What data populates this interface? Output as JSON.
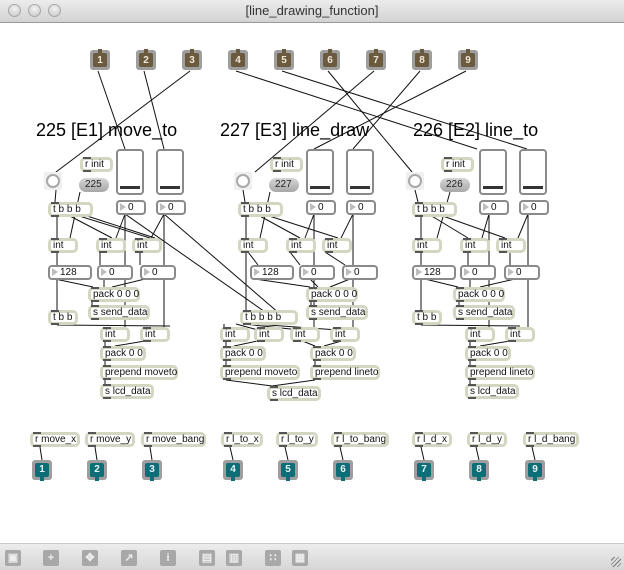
{
  "window": {
    "title": "[line_drawing_function]"
  },
  "inlets": [
    "1",
    "2",
    "3",
    "4",
    "5",
    "6",
    "7",
    "8",
    "9"
  ],
  "outlets": [
    "1",
    "2",
    "3",
    "4",
    "5",
    "6",
    "7",
    "8",
    "9"
  ],
  "sections": [
    {
      "comment": "225 [E1] move_to",
      "r_init": "r init",
      "init_value": "225",
      "trigger": "t b b b",
      "slider_values": [
        "0",
        "0"
      ],
      "int_labels": [
        "int",
        "int",
        "int"
      ],
      "num_boxes": [
        "128",
        "0",
        "0"
      ],
      "pack3": "pack 0 0 0",
      "send_data": "s send_data",
      "trigger2": "t b b",
      "int2_labels": [
        "int",
        "int"
      ],
      "pack2": "pack 0 0",
      "prepend": "prepend moveto",
      "send_lcd": "s lcd_data"
    },
    {
      "comment": "227 [E3] line_draw",
      "r_init": "r init",
      "init_value": "227",
      "trigger": "t b b b",
      "slider_values": [
        "0",
        "0"
      ],
      "int_labels": [
        "int",
        "int",
        "int"
      ],
      "num_boxes": [
        "128",
        "0",
        "0"
      ],
      "pack3": "pack 0 0 0",
      "send_data": "s send_data",
      "trigger2": "t b b b b",
      "int2_labels": [
        "int",
        "int",
        "int",
        "int"
      ],
      "pack2a": "pack 0 0",
      "pack2b": "pack 0 0",
      "prepend_a": "prepend moveto",
      "prepend_b": "prepend lineto",
      "send_lcd": "s lcd_data"
    },
    {
      "comment": "226 [E2] line_to",
      "r_init": "r init",
      "init_value": "226",
      "trigger": "t b b b",
      "slider_values": [
        "0",
        "0"
      ],
      "int_labels": [
        "int",
        "int",
        "int"
      ],
      "num_boxes": [
        "128",
        "0",
        "0"
      ],
      "pack3": "pack 0 0 0",
      "send_data": "s send_data",
      "trigger2": "t b b",
      "int2_labels": [
        "int",
        "int"
      ],
      "pack2": "pack 0 0",
      "prepend": "prepend lineto",
      "send_lcd": "s lcd_data"
    }
  ],
  "receives": [
    "r move_x",
    "r move_y",
    "r move_bang",
    "r l_to_x",
    "r l_to_y",
    "r l_to_bang",
    "r l_d_x",
    "r l_d_y",
    "r l_d_bang"
  ],
  "toolbar": {
    "buttons": [
      {
        "icon": "lock-icon",
        "glyph": "▣"
      },
      {
        "icon": "new-object-icon",
        "glyph": "+"
      },
      {
        "icon": "move-icon",
        "glyph": "✥"
      },
      {
        "icon": "presentation-icon",
        "glyph": "↗"
      },
      {
        "icon": "inspector-icon",
        "glyph": "i"
      },
      {
        "icon": "bring-front-icon",
        "glyph": "▤"
      },
      {
        "icon": "send-back-icon",
        "glyph": "▥"
      },
      {
        "icon": "grid-icon",
        "glyph": "∷"
      },
      {
        "icon": "snap-grid-icon",
        "glyph": "▦"
      }
    ]
  }
}
